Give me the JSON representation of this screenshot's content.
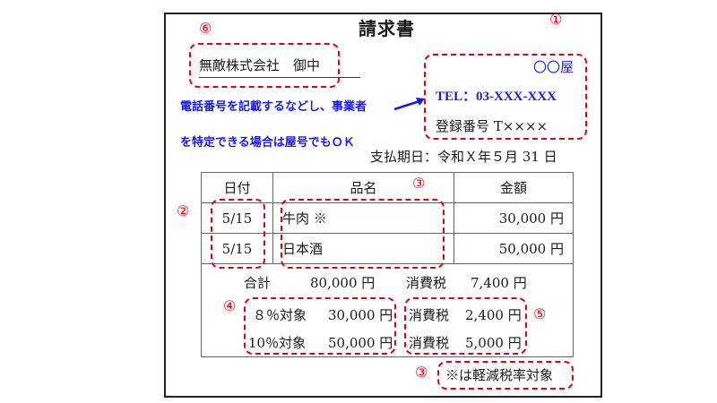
{
  "document": {
    "title": "請求書",
    "addressee": "無敵株式会社　御中",
    "issuer": {
      "name": "〇〇屋",
      "tel": "TEL：03-XXX-XXX",
      "registration": "登録番号 T××××"
    },
    "note_lines": [
      "電話番号を記載するなどし、事業者",
      "を特定できる場合は屋号でもＯＫ"
    ],
    "due_date": "支払期日：令和Ｘ年５月 31 日",
    "table": {
      "headers": [
        "日付",
        "品名",
        "金額"
      ],
      "rows": [
        {
          "date": "5/15",
          "item": "牛肉 ※",
          "amount": "30,000 円"
        },
        {
          "date": "5/15",
          "item": "日本酒",
          "amount": "50,000 円"
        }
      ]
    },
    "summary": {
      "total_label": "合計",
      "total_value": "80,000 円",
      "tax_label": "消費税",
      "tax_value": "7,400 円",
      "rate8_label": "８％対象",
      "rate8_value": "30,000 円",
      "rate8_tax_label": "消費税",
      "rate8_tax_value": "2,400 円",
      "rate10_label": "10％対象",
      "rate10_value": "50,000 円",
      "rate10_tax_label": "消費税",
      "rate10_tax_value": "5,000 円"
    },
    "footnote": "※は軽減税率対象"
  },
  "annotations": {
    "n1": "①",
    "n2": "②",
    "n3": "③",
    "n4": "④",
    "n5": "⑤",
    "n6": "⑥"
  },
  "colors": {
    "annotation_red": "#e60012",
    "annotation_blue": "#1a1ae6"
  }
}
